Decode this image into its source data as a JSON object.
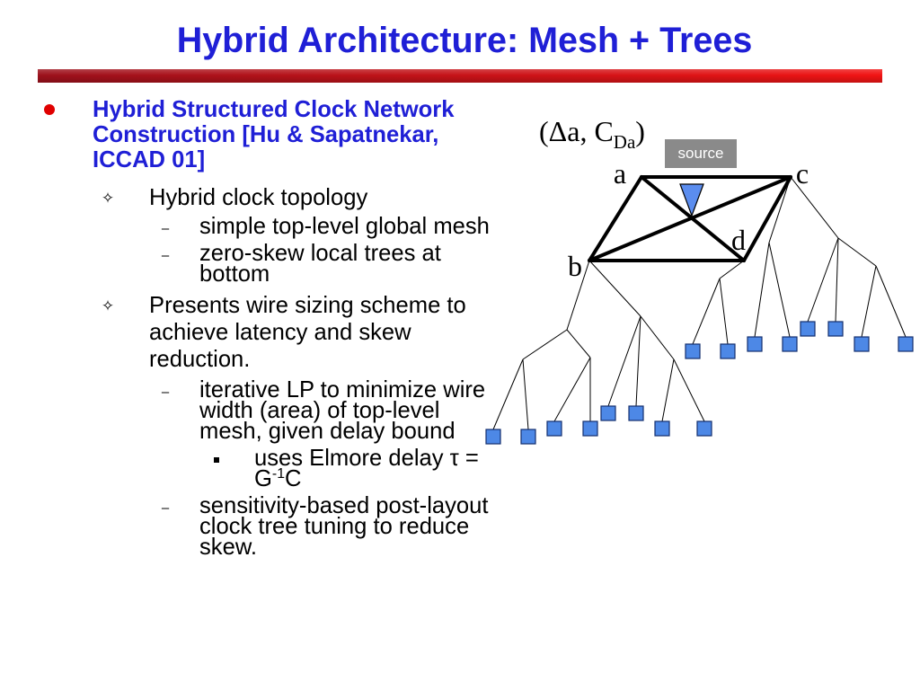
{
  "slide": {
    "title": "Hybrid Architecture: Mesh + Trees"
  },
  "markers": {
    "level2": "✧",
    "level3": "–"
  },
  "outline": [
    {
      "text": "Hybrid Structured Clock Network Construction [Hu & Sapatnekar, ICCAD 01]",
      "children": [
        {
          "text": "Hybrid clock topology",
          "children": [
            {
              "text": "simple top-level global mesh"
            },
            {
              "text": "zero-skew local trees at bottom"
            }
          ]
        },
        {
          "text": "Presents wire sizing scheme to achieve latency and skew reduction.",
          "children": [
            {
              "text": "iterative LP to minimize wire width (area) of top-level mesh, given delay bound",
              "children": [
                {
                  "text": "uses Elmore delay τ =",
                  "formula": {
                    "base": "G",
                    "exponent": "-1",
                    "tail": "C"
                  }
                }
              ]
            },
            {
              "text": "sensitivity-based post-layout clock tree tuning to reduce skew."
            }
          ]
        }
      ]
    }
  ],
  "diagram": {
    "annotation": {
      "prefix": "(Δa, C",
      "subscript": "Da",
      "suffix": ")"
    },
    "source_label": "source",
    "nodes": {
      "a": "a",
      "b": "b",
      "c": "c",
      "d": "d"
    }
  },
  "colors": {
    "title_text": "#1f1fd6",
    "bullet_dot": "#e00000",
    "bar_left": "#9c111c",
    "bar_right": "#f21414",
    "source_box": "#8a8a8a",
    "source_buffer": "#5b8def",
    "clock_sink": "#4d88e6"
  }
}
